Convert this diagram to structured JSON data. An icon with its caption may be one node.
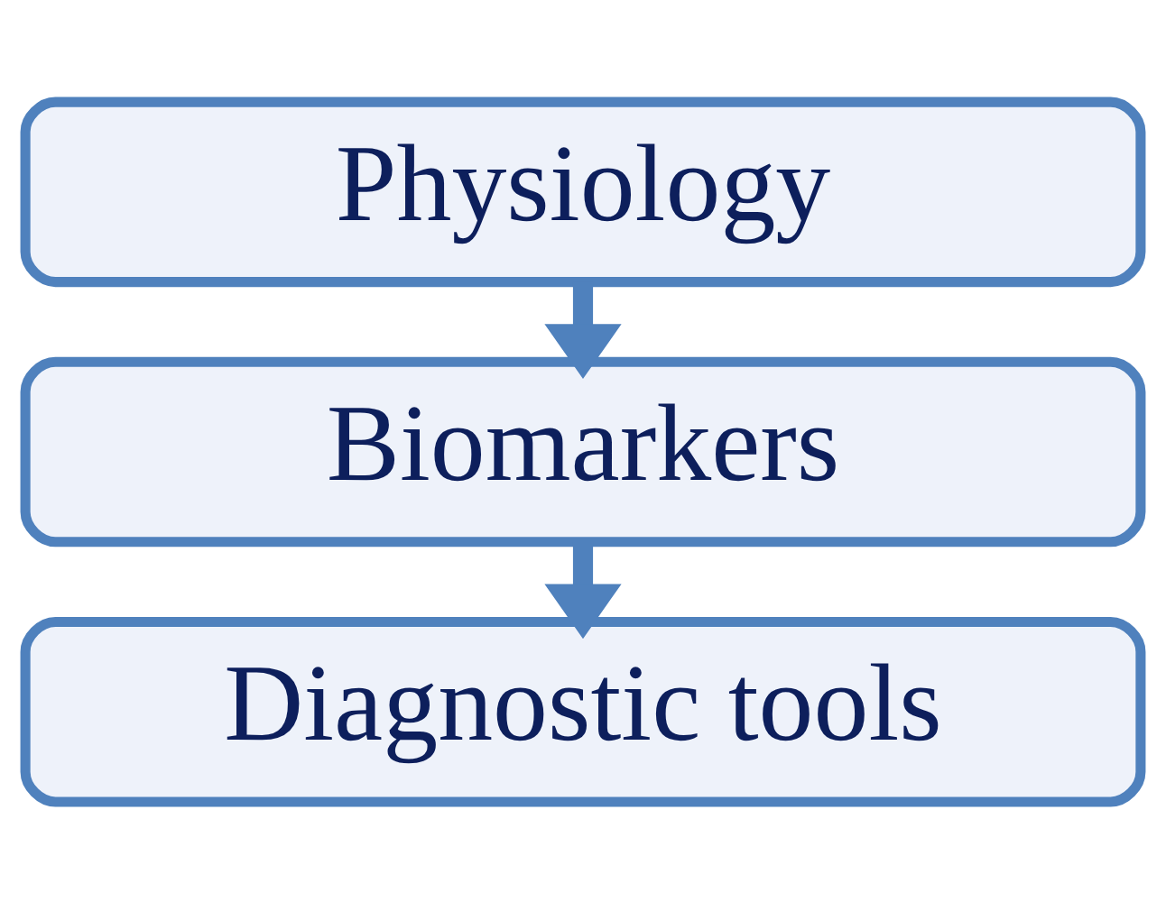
{
  "diagram": {
    "nodes": [
      {
        "text": [
          "Physiology"
        ]
      },
      {
        "text": [
          "Biomarkers"
        ]
      },
      {
        "text": [
          "Diagnostic tools"
        ]
      }
    ],
    "edges": [
      {
        "from": 0,
        "to": 1,
        "arrow": "to"
      },
      {
        "from": 1,
        "to": 2,
        "arrow": "to"
      }
    ]
  }
}
